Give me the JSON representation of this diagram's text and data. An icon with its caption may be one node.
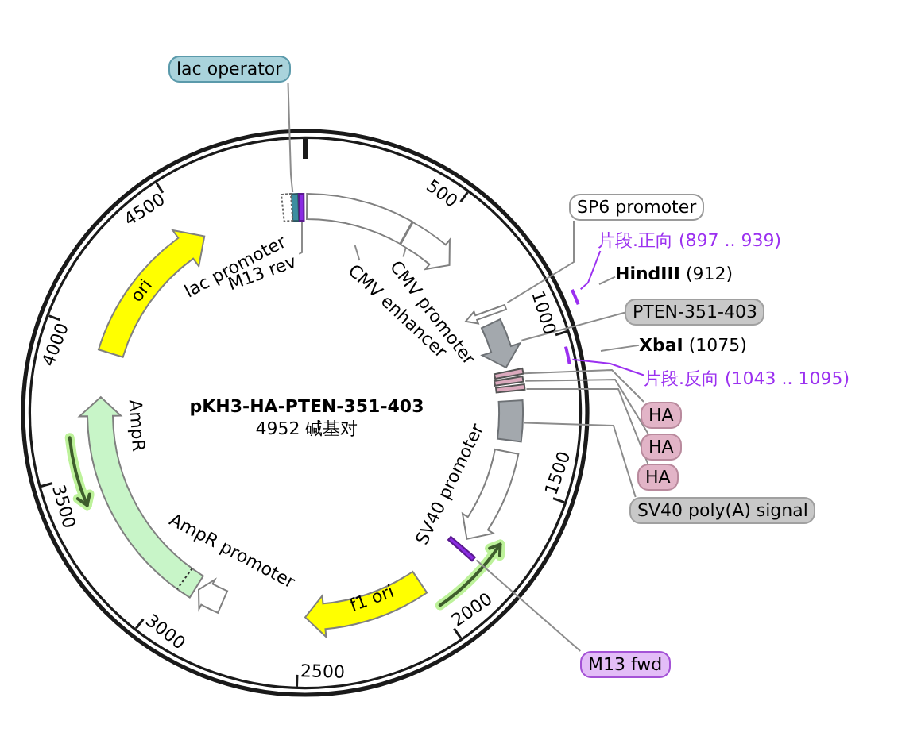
{
  "diagram": {
    "title": "pKH3-HA-PTEN-351-403",
    "nodes": [
      {
        "text": [
          "lac operator"
        ]
      },
      {
        "text": [],
        "shape": "bar"
      },
      {
        "text": [],
        "shape": "bar"
      },
      {
        "text": [],
        "shape": "bar"
      },
      {
        "text": [
          "M13 rev"
        ]
      },
      {
        "text": [],
        "shape": "box"
      },
      {
        "text": [],
        "shape": "arrow"
      },
      {
        "text": [
          "CMV enhancer"
        ]
      },
      {
        "text": [
          "CMV promoter"
        ]
      },
      {
        "text": [
          "SP6 promoter"
        ]
      },
      {
        "text": [],
        "shape": "arrow"
      },
      {
        "text": [
          "片段.正向 (897 .. 939)"
        ]
      },
      {
        "text": [],
        "shape": "bar"
      },
      {
        "text": [
          "**HindIII** (912)"
        ]
      },
      {
        "text": [
          "PTEN-351-403"
        ]
      },
      {
        "text": [],
        "shape": "arrow"
      },
      {
        "text": [
          "**XbaI** (1075)"
        ]
      },
      {
        "text": [
          "片段.反向 (1043 .. 1095)"
        ]
      },
      {
        "text": [],
        "shape": "bar"
      },
      {
        "text": [],
        "shape": "bar"
      },
      {
        "text": [],
        "shape": "bar"
      },
      {
        "text": [],
        "shape": "bar"
      },
      {
        "text": [
          "HA"
        ]
      },
      {
        "text": [
          "HA"
        ]
      },
      {
        "text": [
          "HA"
        ]
      },
      {
        "text": [],
        "shape": "box"
      },
      {
        "text": [
          "SV40 poly(A) signal"
        ]
      },
      {
        "text": [],
        "shape": "arrow",
        "beside": [
          "SV40 promoter"
        ]
      },
      {
        "text": [],
        "shape": "bar"
      },
      {
        "text": [
          "M13 fwd"
        ]
      },
      {
        "text": [
          "f1 ori"
        ]
      },
      {
        "text": [],
        "shape": "arrow",
        "beside": [
          "AmpR promoter"
        ]
      },
      {
        "text": [],
        "shape": "arrow",
        "beside": [
          "AmpR"
        ]
      },
      {
        "text": [
          "ori"
        ]
      }
    ],
    "edges": [
      {
        "from": 0,
        "to": 1,
        "arrow": "none"
      },
      {
        "from": 4,
        "to": 3,
        "arrow": "none"
      },
      {
        "from": 7,
        "to": 5,
        "arrow": "none"
      },
      {
        "from": 8,
        "to": 6,
        "arrow": "none"
      },
      {
        "from": 9,
        "to": 10,
        "arrow": "none"
      },
      {
        "from": 11,
        "to": 12,
        "arrow": "none",
        "color": "#9b30f0"
      },
      {
        "from": 13,
        "to": null,
        "arrow": "none"
      },
      {
        "from": 14,
        "to": 15,
        "arrow": "none"
      },
      {
        "from": 16,
        "to": null,
        "arrow": "none"
      },
      {
        "from": 17,
        "to": 18,
        "arrow": "none",
        "color": "#9b30f0"
      },
      {
        "from": 22,
        "to": 19,
        "arrow": "none"
      },
      {
        "from": 23,
        "to": 20,
        "arrow": "none"
      },
      {
        "from": 24,
        "to": 21,
        "arrow": "none"
      },
      {
        "from": 26,
        "to": 25,
        "arrow": "none"
      },
      {
        "from": 29,
        "to": 28,
        "arrow": "none"
      }
    ],
    "labels": [
      "lac promoter",
      "4952 碱基对",
      "500",
      "1000",
      "1500",
      "2000",
      "2500",
      "3000",
      "3500",
      "4000",
      "4500"
    ]
  }
}
